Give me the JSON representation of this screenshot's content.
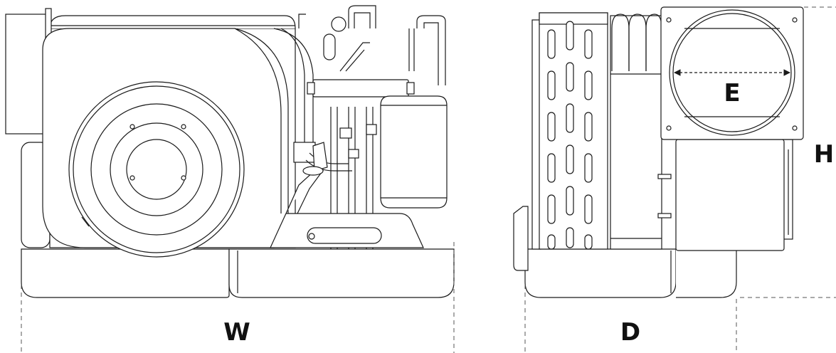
{
  "dimensions": {
    "width_label": "W",
    "depth_label": "D",
    "height_label": "H",
    "duct_label": "E"
  },
  "colors": {
    "line": "#1a1a1a",
    "fill": "#ffffff",
    "dash": "#555555"
  }
}
